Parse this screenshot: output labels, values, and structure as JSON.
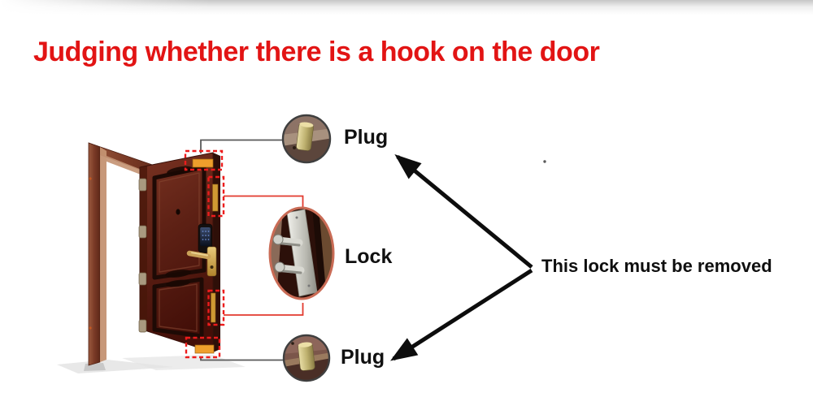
{
  "slide": {
    "title": "Judging whether there is a hook on the door"
  },
  "diagram": {
    "callouts": [
      {
        "id": "plug-top",
        "label": "Plug"
      },
      {
        "id": "lock",
        "label": "Lock"
      },
      {
        "id": "plug-bottom",
        "label": "Plug"
      }
    ],
    "annotation": "This lock must be removed"
  },
  "colors": {
    "title_red": "#e21414",
    "marker_dash_red": "#ec1c1c",
    "leader_red": "#e23a2e",
    "leader_gray": "#5a5a5a",
    "arrow_black": "#0d0d0d",
    "door_wood": "#5e2216",
    "frame_wood": "#8a4630",
    "brass_plug": "#cdbf7e",
    "edge_gold": "#cf9a33",
    "label_black": "#101010",
    "background": "#ffffff"
  }
}
